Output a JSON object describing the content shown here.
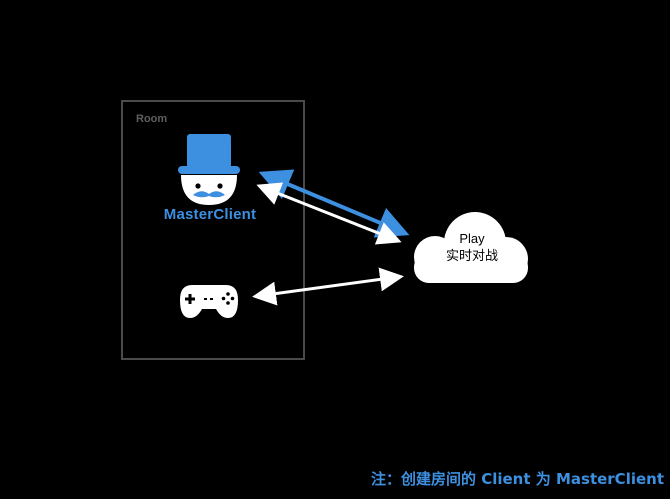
{
  "room": {
    "label": "Room"
  },
  "master_client": {
    "label": "MasterClient",
    "icon": "top-hat-mascot-icon"
  },
  "client": {
    "icon": "gamepad-icon"
  },
  "cloud": {
    "line1": "Play",
    "line2": "实时对战",
    "icon": "cloud-icon"
  },
  "note": "注：创建房间的 Client 为 MasterClient",
  "colors": {
    "accent": "#3d8fe0",
    "background": "#000000",
    "white": "#ffffff",
    "border": "#4a4a4a"
  }
}
